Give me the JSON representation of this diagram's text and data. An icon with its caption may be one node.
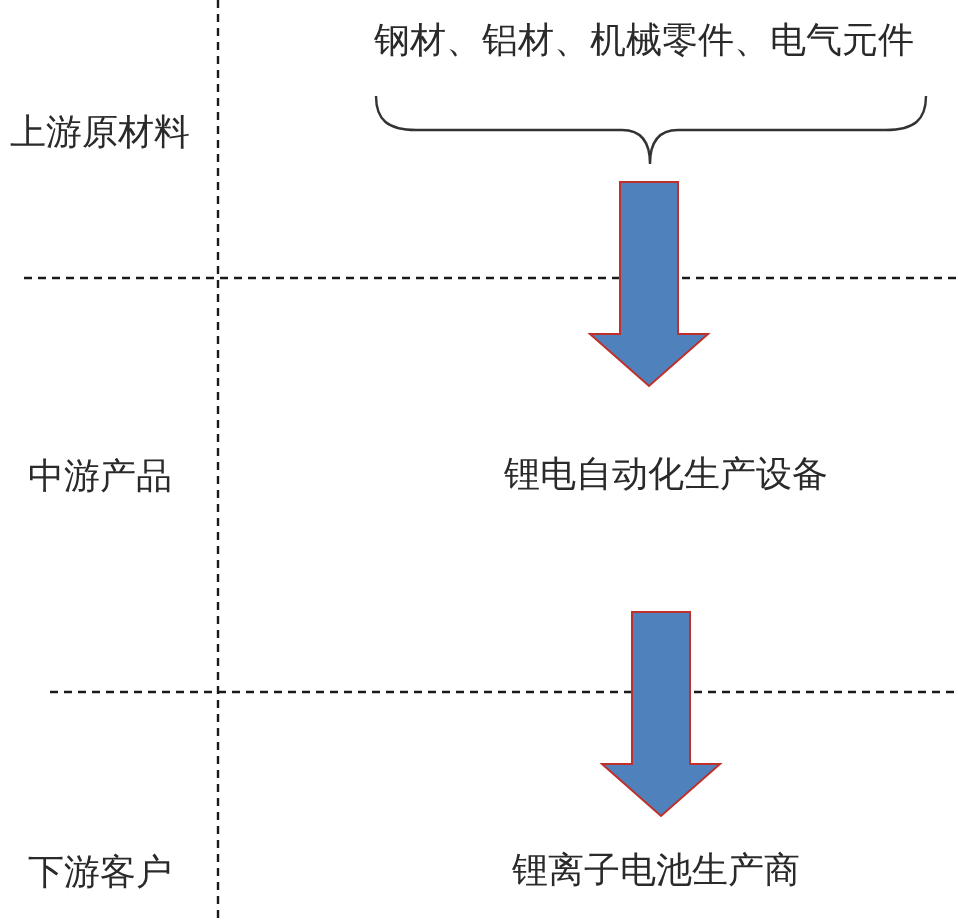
{
  "diagram": {
    "nodes": [
      {
        "text": [
          "钢材、铝材、机械零件、电气元件"
        ]
      },
      {
        "text": [
          "锂电自动化生产设备"
        ]
      },
      {
        "text": [
          "锂离子电池生产商"
        ]
      }
    ],
    "edges": [
      {
        "from": 0,
        "to": 1,
        "arrow": "to",
        "style": "thick"
      },
      {
        "from": 1,
        "to": 2,
        "arrow": "to",
        "style": "thick"
      }
    ],
    "labels": [
      "上游原材料",
      "中游产品",
      "下游客户"
    ]
  }
}
